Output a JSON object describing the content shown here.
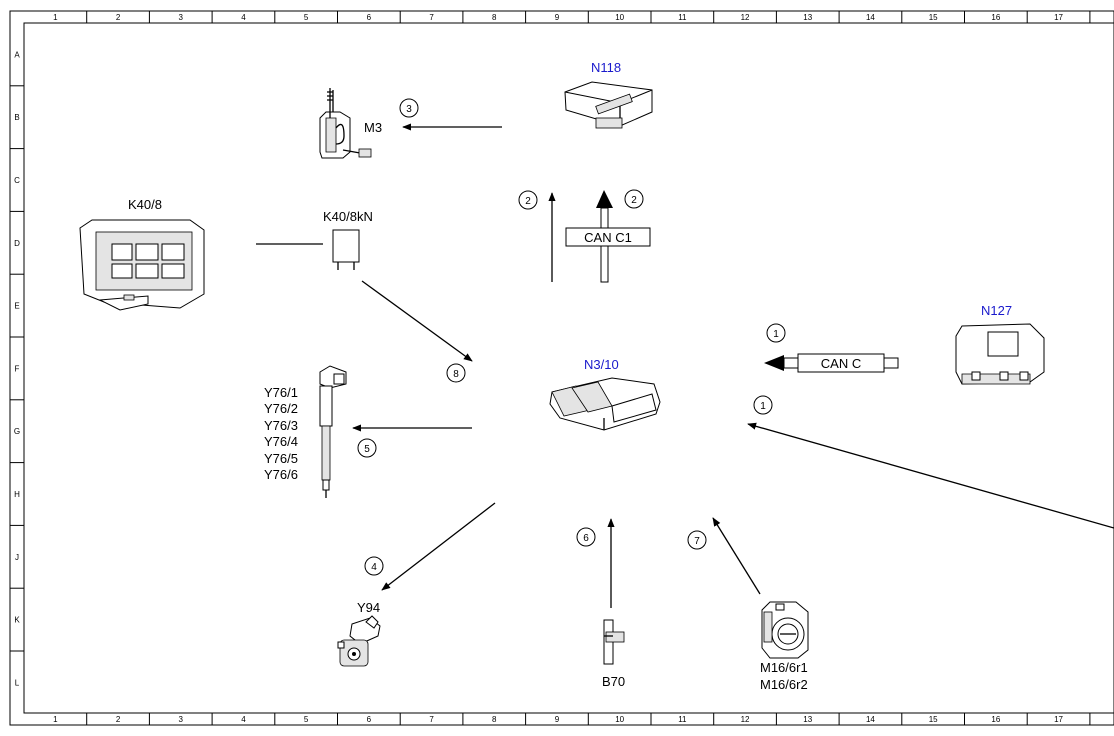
{
  "grid": {
    "columns": [
      "1",
      "2",
      "3",
      "4",
      "5",
      "6",
      "7",
      "8",
      "9",
      "10",
      "11",
      "12",
      "13",
      "14",
      "15",
      "16",
      "17"
    ],
    "rows": [
      "A",
      "B",
      "C",
      "D",
      "E",
      "F",
      "G",
      "H",
      "J",
      "K",
      "L"
    ]
  },
  "components": {
    "n118": "N118",
    "m3": "M3",
    "k40_8": "K40/8",
    "k40_8kn": "K40/8kN",
    "n127": "N127",
    "n3_10": "N3/10",
    "y76": [
      "Y76/1",
      "Y76/2",
      "Y76/3",
      "Y76/4",
      "Y76/5",
      "Y76/6"
    ],
    "y94": "Y94",
    "b70": "B70",
    "m16": [
      "M16/6r1",
      "M16/6r2"
    ]
  },
  "bus_labels": {
    "can_c1": "CAN C1",
    "can_c": "CAN C"
  },
  "signal_numbers": {
    "n3": "3",
    "n2a": "2",
    "n2b": "2",
    "n1a": "1",
    "n1b": "1",
    "n8": "8",
    "n5": "5",
    "n4": "4",
    "n6": "6",
    "n7": "7"
  },
  "colors": {
    "ecu_label": "#1a1acc",
    "line": "#000000"
  }
}
